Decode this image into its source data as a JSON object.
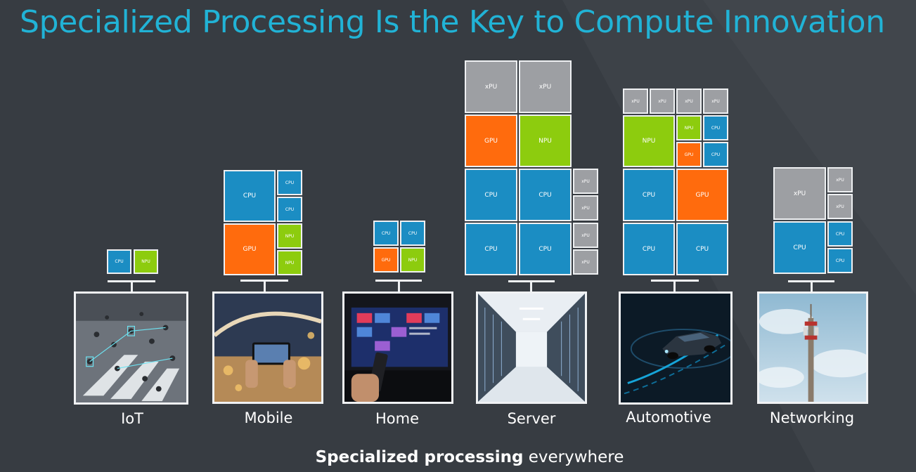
{
  "slide": {
    "title": "Specialized Processing Is the Key to Compute Innovation",
    "tagline_bold": "Specialized processing",
    "tagline_rest": " everywhere"
  },
  "colors": {
    "title": "#21b3d6",
    "background": "#373c42",
    "cpu": "#1b8dc3",
    "npu": "#8dcc0e",
    "gpu": "#ff6b0d",
    "xpu": "#9d9fa3"
  },
  "chip_labels": {
    "cpu": "CPU",
    "npu": "NPU",
    "gpu": "GPU",
    "xpu": "xPU"
  },
  "categories": [
    {
      "id": "iot",
      "label": "IoT",
      "photo": "crowd-crosswalk-photo"
    },
    {
      "id": "mobile",
      "label": "Mobile",
      "photo": "smartphone-photo"
    },
    {
      "id": "home",
      "label": "Home",
      "photo": "tv-remote-photo"
    },
    {
      "id": "server",
      "label": "Server",
      "photo": "datacenter-photo"
    },
    {
      "id": "automotive",
      "label": "Automotive",
      "photo": "car-photo"
    },
    {
      "id": "networking",
      "label": "Networking",
      "photo": "cell-tower-photo"
    }
  ]
}
